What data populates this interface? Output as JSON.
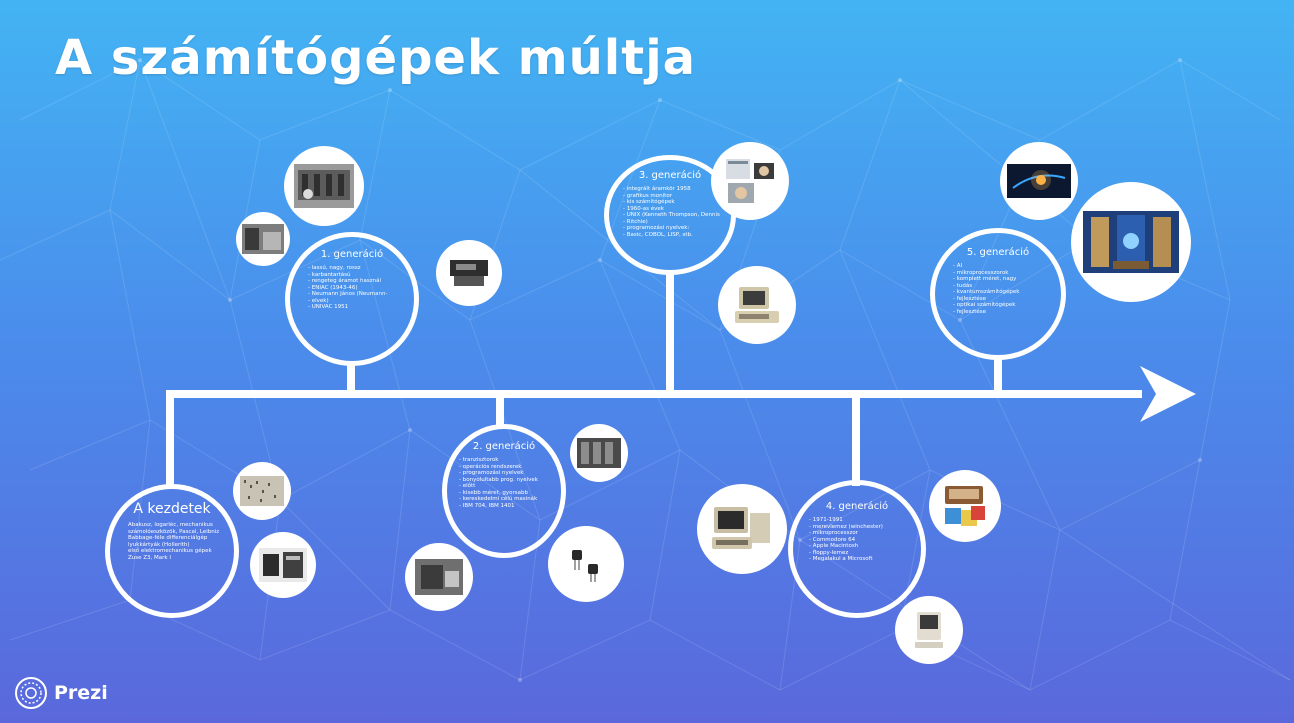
{
  "title": "A számítógépek múltja",
  "brand": "Prezi",
  "generations": {
    "intro": {
      "heading": "A kezdetek",
      "items": [
        "Abakusz, logarléc, mechanikus",
        "számolóeszközök, Pascal, Leibniz",
        "Babbage-féle differenciálgép",
        "lyukkártyák (Hollerith)",
        "első elektromechanikus gépek",
        "Zuse Z3, Mark I"
      ]
    },
    "gen1": {
      "heading": "1. generáció",
      "items": [
        "lassú, nagy, rossz",
        "karbantartású",
        "rengeteg áramot használ",
        "ENIAC (1943-46)",
        "Neumann János (Neumann-",
        "elvek)",
        "UNIVAC 1951"
      ]
    },
    "gen2": {
      "heading": "2. generáció",
      "items": [
        "tranzisztorok",
        "operációs rendszerek",
        "programozási nyelvek",
        "bonyolultabb prog. nyelvek",
        "előtt",
        "kisebb méret, gyorsabb",
        "kereskedelmi célú masinák",
        "IBM 704, IBM 1401"
      ]
    },
    "gen3": {
      "heading": "3. generáció",
      "items": [
        "integrált áramkör 1958",
        "grafikus monitor",
        "kis számítógépek",
        "1960-as évek",
        "UNIX (Kenneth Thompson, Dennis",
        "Ritchie)",
        "programozási nyelvek:",
        "Basic, COBOL, LISP, stb."
      ]
    },
    "gen4": {
      "heading": "4. generáció",
      "items": [
        "1971-1991",
        "merevlemez (winchester)",
        "mikroprocesszor",
        "Commodore 64",
        "Apple Macintosh",
        "floppy-lemez",
        "Megalakul a Microsoft"
      ]
    },
    "gen5": {
      "heading": "5. generáció",
      "items": [
        "AI",
        "mikroprocesszorok",
        "komplett méret, nagy",
        "tudás",
        "kvantumszámítógépek",
        "fejlesztése",
        "optikai számítógépek",
        "fejlesztése"
      ]
    }
  },
  "photos": [
    "eniac-operators-photo",
    "vacuum-tube-room-photo",
    "univac-console-photo",
    "punch-card-photo",
    "relay-computer-photo",
    "punched-tape-reader-photo",
    "transistor-board-photo",
    "transistors-photo",
    "ibm-mainframe-photo",
    "unix-creators-photo",
    "apple-ii-photo",
    "commodore-photo",
    "floppy-disks-photo",
    "macintosh-photo",
    "ai-globe-photo",
    "quantum-computer-photo"
  ]
}
